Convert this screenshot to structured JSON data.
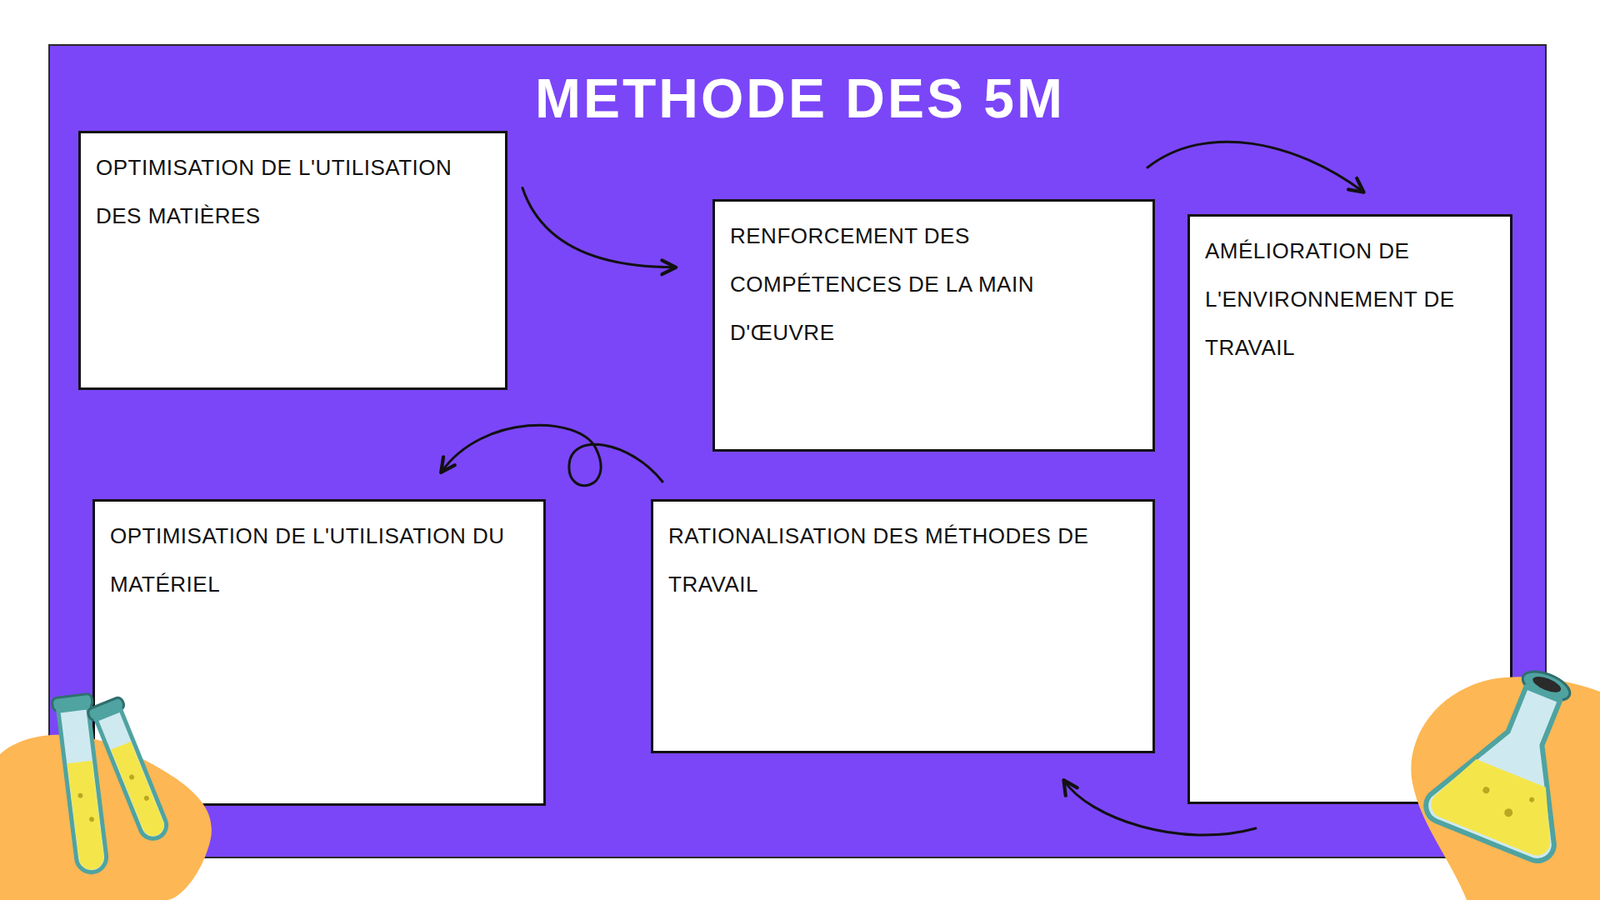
{
  "diagram": {
    "title": "METHODE DES 5M",
    "nodes": [
      {
        "text": [
          "OPTIMISATION DE L'UTILISATION DES MATIÈRES"
        ]
      },
      {
        "text": [
          "RENFORCEMENT DES COMPÉTENCES DE LA MAIN D'ŒUVRE"
        ]
      },
      {
        "text": [
          "AMÉLIORATION DE L'ENVIRONNEMENT DE TRAVAIL"
        ]
      },
      {
        "text": [
          "RATIONALISATION DES MÉTHODES DE TRAVAIL"
        ]
      },
      {
        "text": [
          "OPTIMISATION DE L'UTILISATION DU MATÉRIEL"
        ]
      }
    ],
    "edges": [
      {
        "from": 0,
        "to": 1,
        "arrow": "to"
      },
      {
        "from": 1,
        "to": 2,
        "arrow": "to"
      },
      {
        "from": 2,
        "to": 3,
        "arrow": "to"
      },
      {
        "from": 3,
        "to": 4,
        "arrow": "to"
      }
    ]
  }
}
